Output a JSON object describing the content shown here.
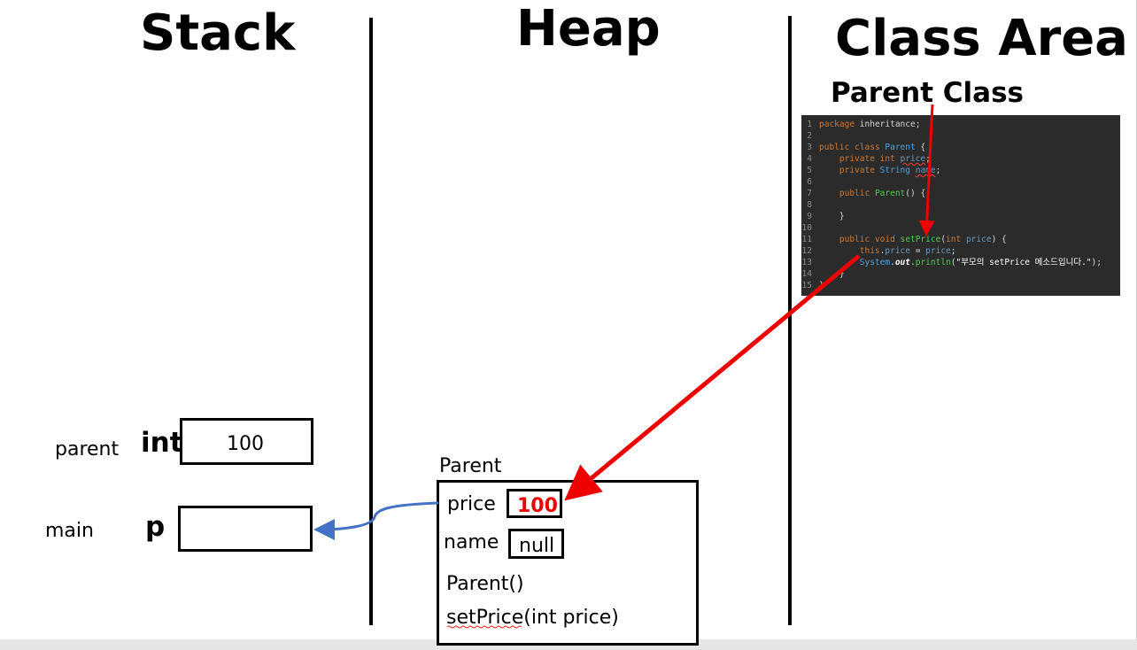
{
  "columns": {
    "stack_title": "Stack",
    "heap_title": "Heap",
    "class_area_title": "Class Area"
  },
  "class_area": {
    "subtitle": "Parent Class",
    "code_lines": [
      {
        "n": "1",
        "text": "package inheritance;"
      },
      {
        "n": "2",
        "text": ""
      },
      {
        "n": "3",
        "text": "public class Parent {"
      },
      {
        "n": "4",
        "text": "    private int price;"
      },
      {
        "n": "5",
        "text": "    private String name;"
      },
      {
        "n": "6",
        "text": ""
      },
      {
        "n": "7",
        "text": "    public Parent() {"
      },
      {
        "n": "8",
        "text": ""
      },
      {
        "n": "9",
        "text": "    }"
      },
      {
        "n": "10",
        "text": ""
      },
      {
        "n": "11",
        "text": "    public void setPrice(int price) {"
      },
      {
        "n": "12",
        "text": "        this.price = price;"
      },
      {
        "n": "13",
        "text": "        System.out.println(\"부모의 setPrice 메소드입니다.\");"
      },
      {
        "n": "14",
        "text": "    }"
      },
      {
        "n": "15",
        "text": "}"
      }
    ]
  },
  "stack": {
    "frames": [
      {
        "frame": "parent",
        "type": "int",
        "value": "100"
      },
      {
        "frame": "main",
        "type": "p",
        "value": ""
      }
    ]
  },
  "heap": {
    "object_label": "Parent",
    "fields": [
      {
        "name": "price",
        "value": "100"
      },
      {
        "name": "name",
        "value": "null"
      }
    ],
    "methods": [
      "Parent()",
      "setPrice(int price)"
    ]
  },
  "colors": {
    "highlight": "#ee0000",
    "reference_arrow": "#4472c4",
    "code_background": "#2b2b2b"
  }
}
